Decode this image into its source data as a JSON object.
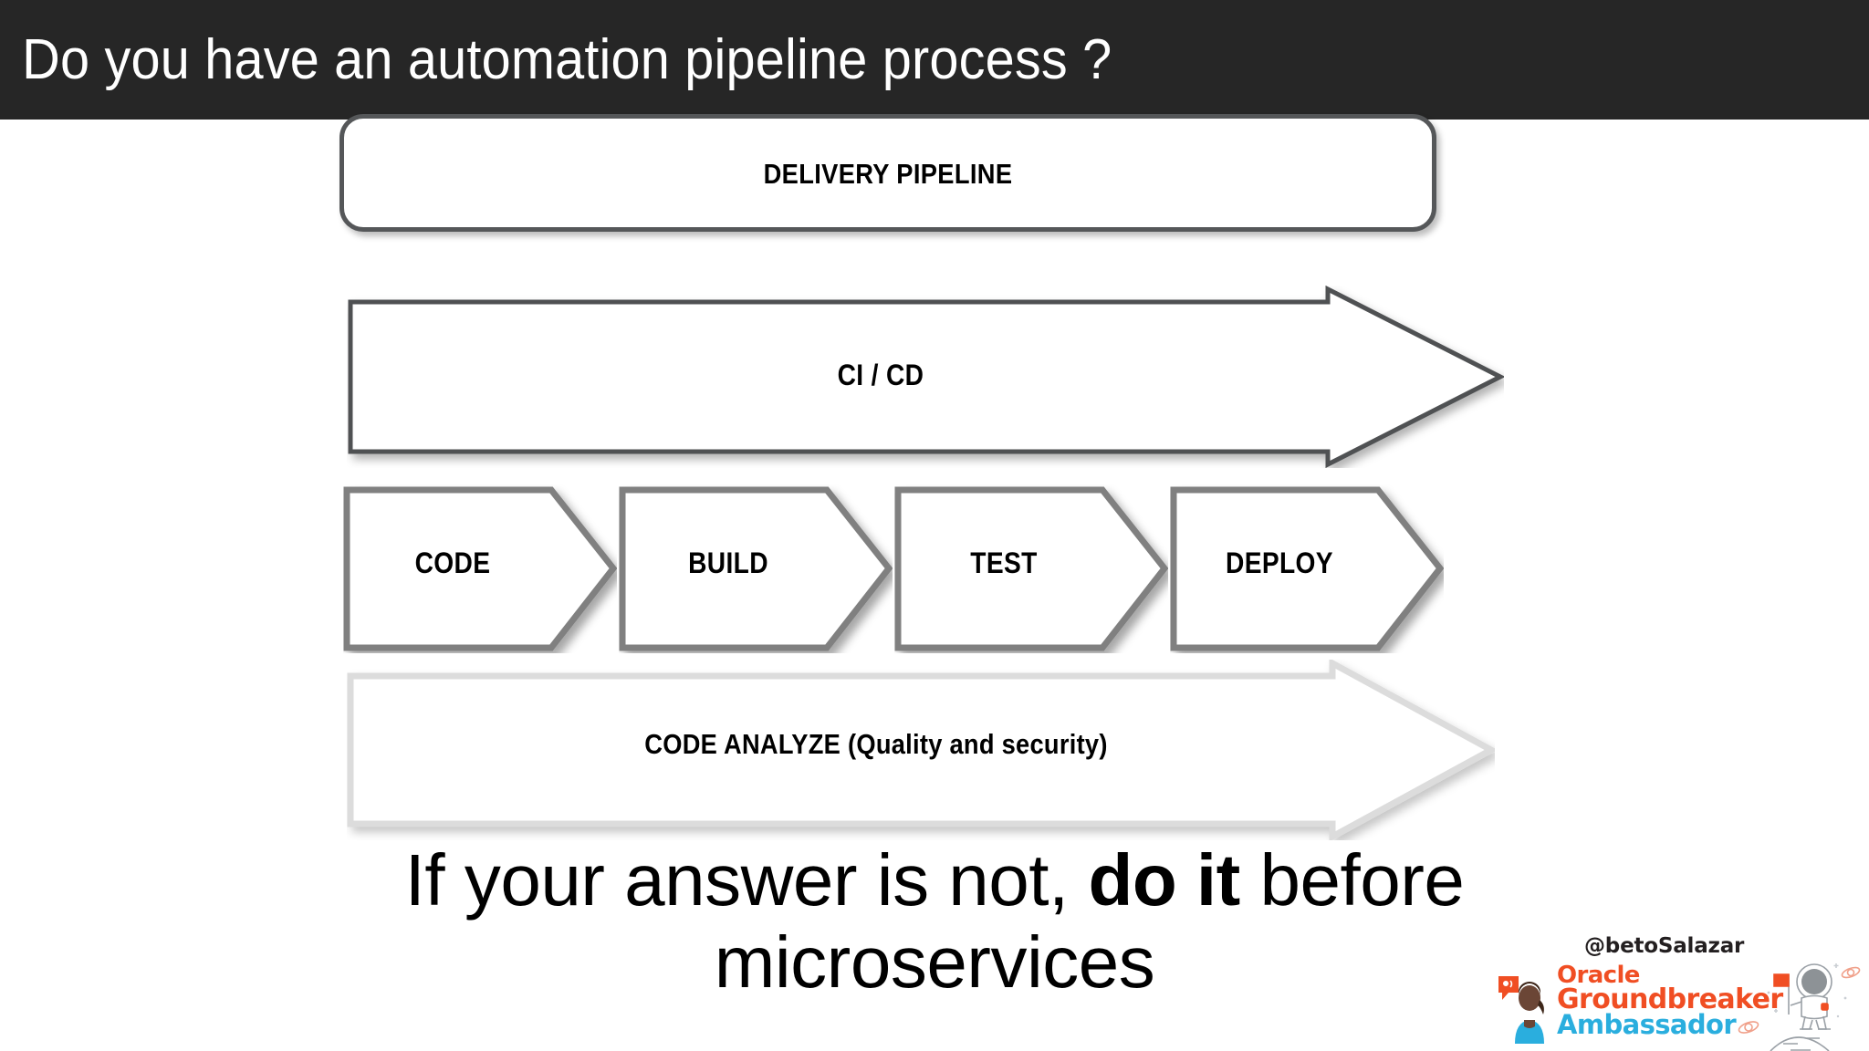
{
  "slide": {
    "title": "Do you have an automation pipeline process ?",
    "title_bar_color": "#262626",
    "background_color": "#ffffff"
  },
  "diagram": {
    "delivery": {
      "label": "DELIVERY PIPELINE",
      "shape": "rounded-rectangle",
      "stroke_color": "#555759"
    },
    "cicd": {
      "label": "CI / CD",
      "shape": "right-arrow",
      "stroke_color": "#555759"
    },
    "stages": [
      {
        "label": "CODE",
        "shape": "chevron",
        "stroke_color": "#808080"
      },
      {
        "label": "BUILD",
        "shape": "chevron",
        "stroke_color": "#808080"
      },
      {
        "label": "TEST",
        "shape": "chevron",
        "stroke_color": "#808080"
      },
      {
        "label": "DEPLOY",
        "shape": "chevron",
        "stroke_color": "#808080"
      }
    ],
    "analyze": {
      "label": "CODE ANALYZE (Quality and security)",
      "shape": "right-arrow",
      "stroke_color": "#d9d9d9"
    }
  },
  "caption": {
    "line1_pre": "If your answer is not, ",
    "line1_bold": "do it",
    "line1_post": " before",
    "line2": "microservices"
  },
  "footer": {
    "handle": "@betoSalazar",
    "logo": {
      "line1": "Oracle",
      "line2": "Groundbreaker",
      "line3": "Ambassador",
      "orange": "#f04e23",
      "cyan": "#2aaede"
    }
  }
}
